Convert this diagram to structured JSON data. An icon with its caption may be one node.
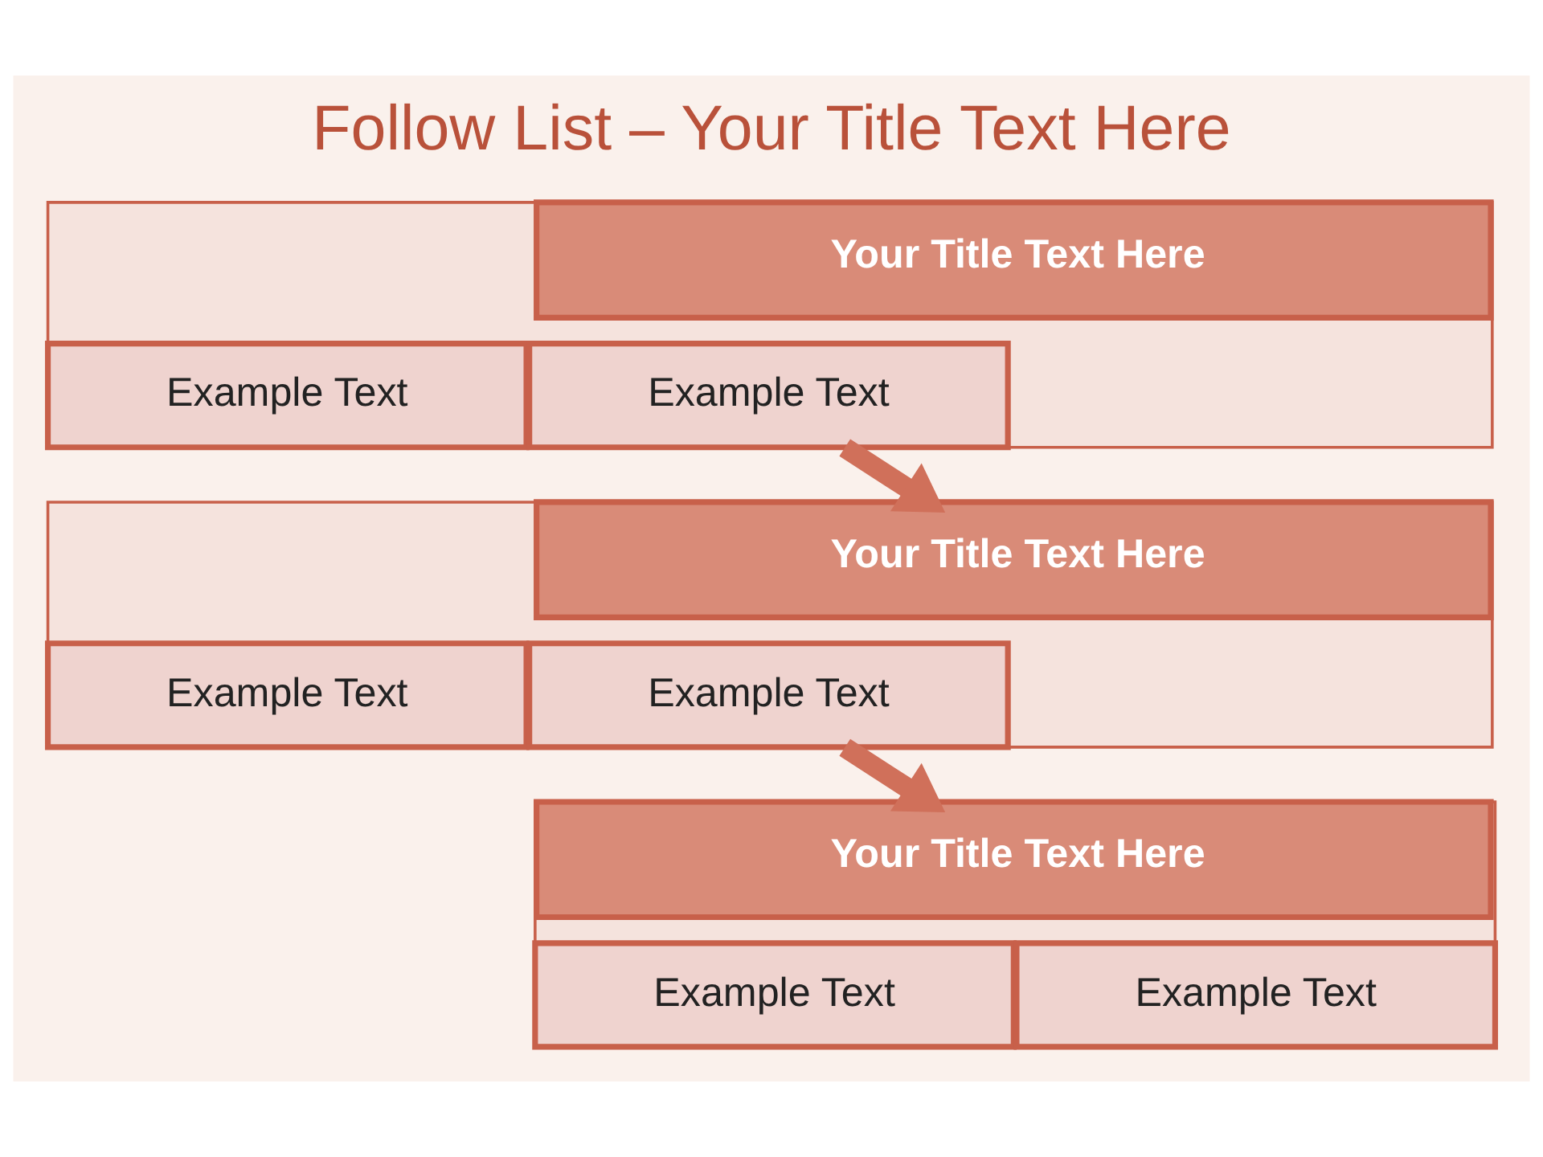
{
  "diagram": {
    "title": "Follow List – Your Title Text Here",
    "nodes": [
      {
        "text": [],
        "shape": "box"
      },
      {
        "text": [
          "Your Title Text Here"
        ],
        "in": 0
      },
      {
        "text": [
          "Example Text"
        ],
        "in": 0
      },
      {
        "text": [
          "Example Text"
        ],
        "in": 0
      },
      {
        "text": [],
        "shape": "box"
      },
      {
        "text": [
          "Your Title Text Here"
        ],
        "in": 4
      },
      {
        "text": [
          "Example Text"
        ],
        "in": 4
      },
      {
        "text": [
          "Example Text"
        ],
        "in": 4
      },
      {
        "text": [],
        "shape": "box"
      },
      {
        "text": [
          "Your Title Text Here"
        ],
        "in": 8
      },
      {
        "text": [
          "Example Text"
        ],
        "in": 8
      },
      {
        "text": [
          "Example Text"
        ],
        "in": 8
      }
    ],
    "edges": [
      {
        "from": 0,
        "to": 4,
        "arrow": "to"
      },
      {
        "from": 4,
        "to": 8,
        "arrow": "to"
      }
    ]
  }
}
